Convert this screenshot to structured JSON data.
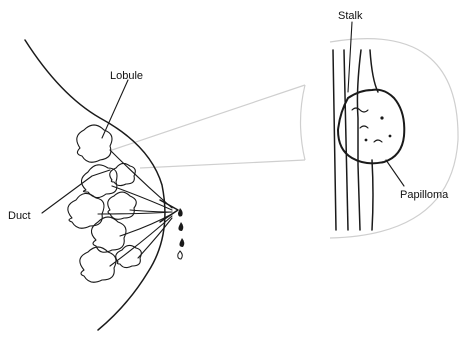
{
  "labels": {
    "lobule": "Lobule",
    "duct": "Duct",
    "stalk": "Stalk",
    "papilloma": "Papilloma"
  },
  "colors": {
    "ink": "#1a1a1a",
    "background": "#ffffff",
    "magnifier_guide": "#cfcfcf"
  }
}
